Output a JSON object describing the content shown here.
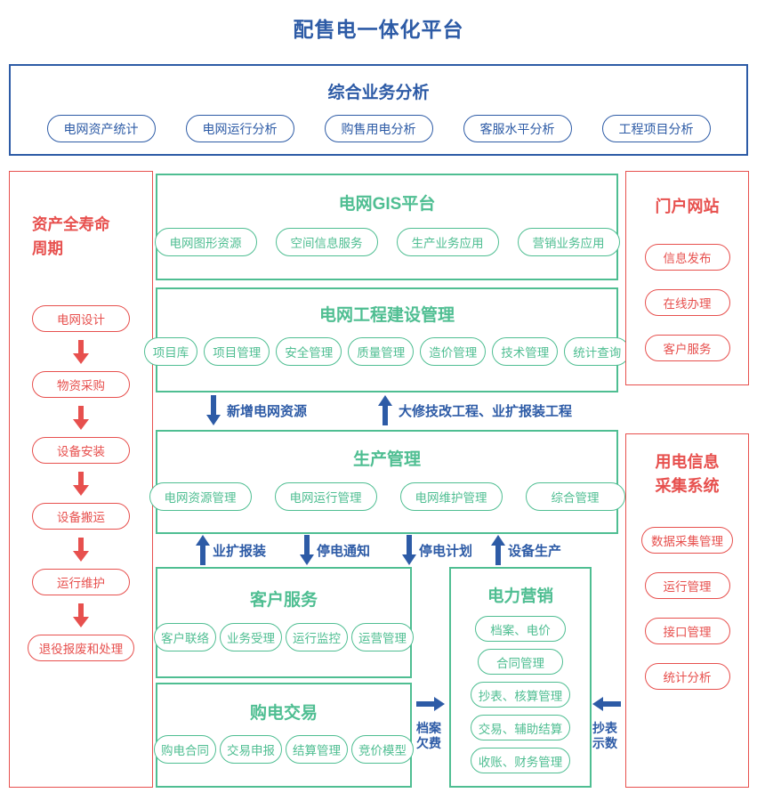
{
  "title": "配售电一体化平台",
  "colors": {
    "blue": "#2d5ba6",
    "green": "#4fbe92",
    "red": "#e7504e"
  },
  "analysis": {
    "title": "综合业务分析",
    "pills": [
      "电网资产统计",
      "电网运行分析",
      "购售用电分析",
      "客服水平分析",
      "工程项目分析"
    ]
  },
  "lifecycle": {
    "title_line1": "资产全寿命",
    "title_line2": "周期",
    "steps": [
      "电网设计",
      "物资采购",
      "设备安装",
      "设备搬运",
      "运行维护",
      "退役报废和处理"
    ]
  },
  "gis": {
    "title": "电网GIS平台",
    "pills": [
      "电网图形资源",
      "空间信息服务",
      "生产业务应用",
      "营销业务应用"
    ]
  },
  "construction": {
    "title": "电网工程建设管理",
    "pills": [
      "项目库",
      "项目管理",
      "安全管理",
      "质量管理",
      "造价管理",
      "技术管理",
      "统计查询"
    ]
  },
  "flow1": {
    "down_label": "新增电网资源",
    "up_label": "大修技改工程、业扩报装工程"
  },
  "production": {
    "title": "生产管理",
    "pills": [
      "电网资源管理",
      "电网运行管理",
      "电网维护管理",
      "综合管理"
    ]
  },
  "flow2": {
    "items": [
      {
        "dir": "up",
        "label": "业扩报装"
      },
      {
        "dir": "down",
        "label": "停电通知"
      },
      {
        "dir": "down",
        "label": "停电计划"
      },
      {
        "dir": "up",
        "label": "设备生产"
      }
    ]
  },
  "customer_service": {
    "title": "客户服务",
    "pills": [
      "客户联络",
      "业务受理",
      "运行监控",
      "运营管理"
    ]
  },
  "purchase": {
    "title": "购电交易",
    "pills": [
      "购电合同",
      "交易申报",
      "结算管理",
      "竞价模型"
    ]
  },
  "marketing": {
    "title": "电力营销",
    "pills": [
      "档案、电价",
      "合同管理",
      "抄表、核算管理",
      "交易、辅助结算",
      "收账、财务管理"
    ]
  },
  "portal": {
    "title": "门户网站",
    "pills": [
      "信息发布",
      "在线办理",
      "客户服务"
    ]
  },
  "metering": {
    "title_line1": "用电信息",
    "title_line2": "采集系统",
    "pills": [
      "数据采集管理",
      "运行管理",
      "接口管理",
      "统计分析"
    ]
  },
  "hflow_right": {
    "lines": [
      "档案",
      "欠费"
    ]
  },
  "hflow_left": {
    "lines": [
      "抄表",
      "示数"
    ]
  }
}
